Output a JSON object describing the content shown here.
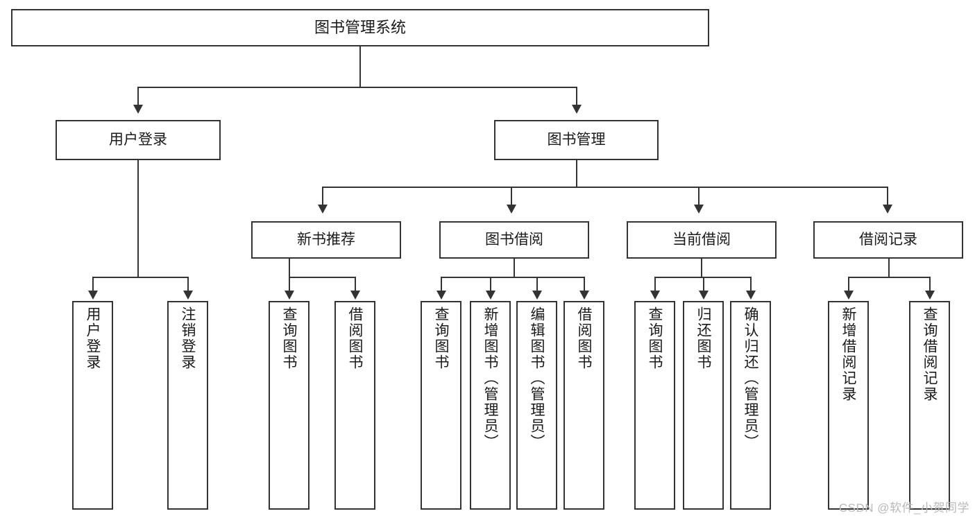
{
  "diagram": {
    "title": "图书管理系统",
    "type": "tree-hierarchy-functional-structure",
    "colors": {
      "stroke": "#333333",
      "fill": "#ffffff",
      "text": "#1a1a1a",
      "watermark": "#b9b9b9"
    },
    "root": {
      "label": "图书管理系统"
    },
    "level2": [
      {
        "label": "用户登录"
      },
      {
        "label": "图书管理"
      }
    ],
    "level3": [
      {
        "label": "新书推荐"
      },
      {
        "label": "图书借阅"
      },
      {
        "label": "当前借阅"
      },
      {
        "label": "借阅记录"
      }
    ],
    "leaves": {
      "user_login": [
        {
          "label": "用户登录"
        },
        {
          "label": "注销登录"
        }
      ],
      "new_book_recommend": [
        {
          "label": "查询图书"
        },
        {
          "label": "借阅图书"
        }
      ],
      "book_borrow": [
        {
          "label": "查询图书"
        },
        {
          "label": "新增图书（管理员）"
        },
        {
          "label": "编辑图书（管理员）"
        },
        {
          "label": "借阅图书"
        }
      ],
      "current_borrow": [
        {
          "label": "查询图书"
        },
        {
          "label": "归还图书"
        },
        {
          "label": "确认归还（管理员）"
        }
      ],
      "borrow_record": [
        {
          "label": "新增借阅记录"
        },
        {
          "label": "查询借阅记录"
        }
      ]
    }
  },
  "watermark": {
    "text": "CSDN @软件_小贺同学"
  }
}
